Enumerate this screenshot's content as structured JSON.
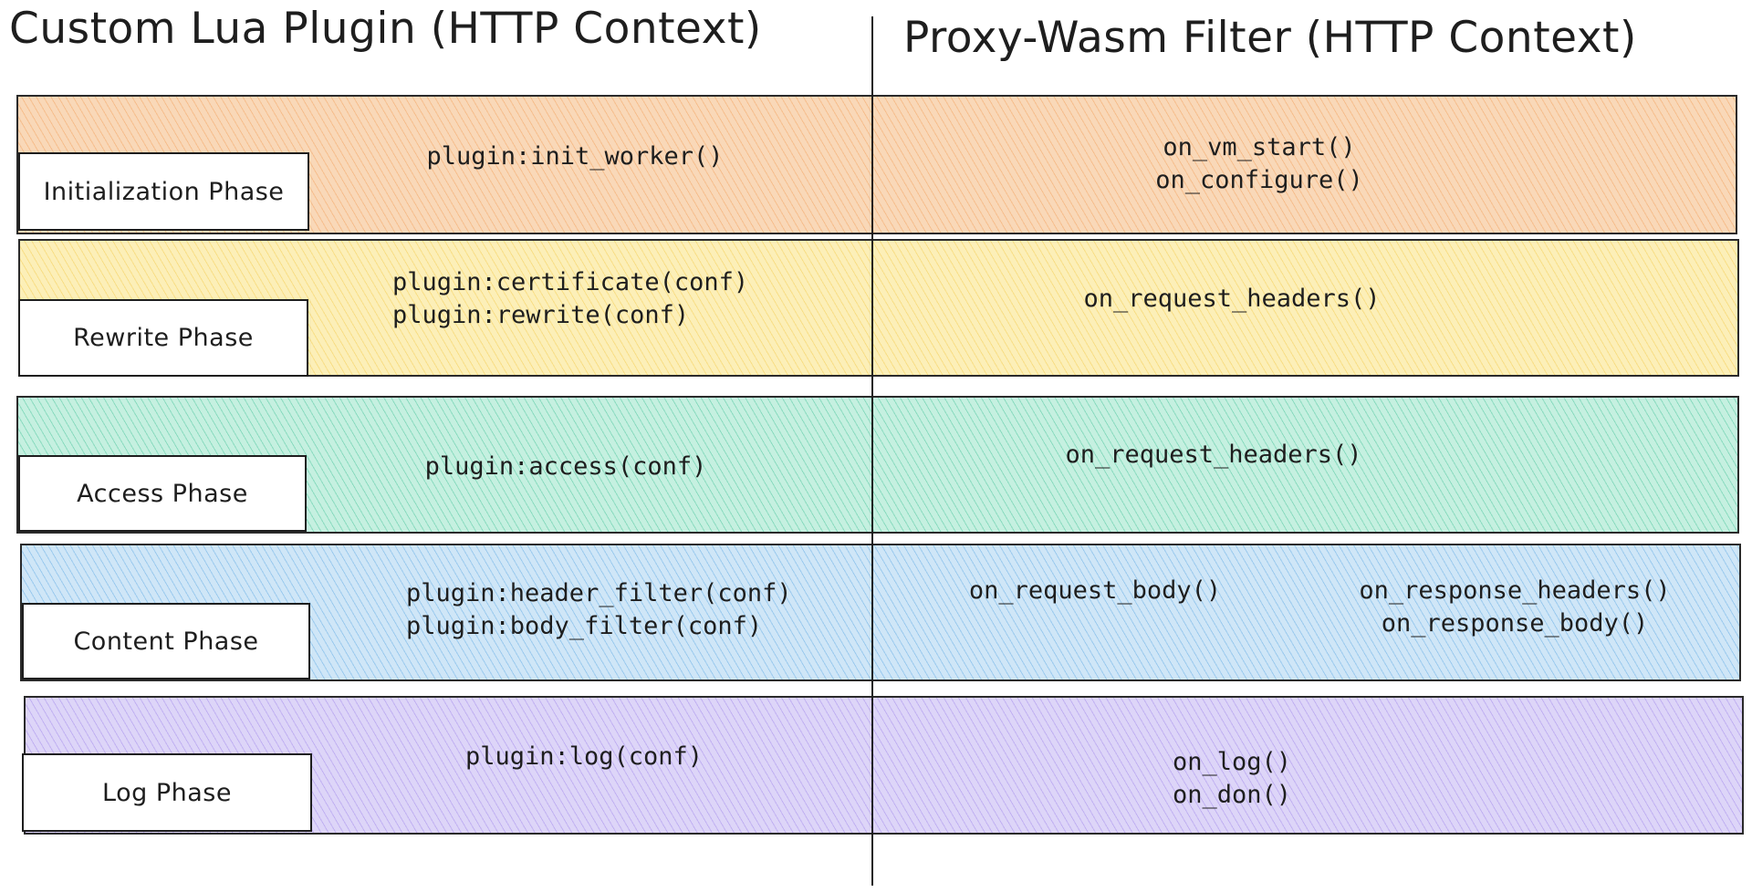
{
  "titles": {
    "left": "Custom Lua Plugin (HTTP Context)",
    "right": "Proxy-Wasm Filter (HTTP Context)"
  },
  "phases": [
    {
      "label": "Initialization Phase",
      "color": "#f9d8b8",
      "lua": [
        "plugin:init_worker()"
      ],
      "wasm": [
        "on_vm_start()",
        "on_configure()"
      ]
    },
    {
      "label": "Rewrite Phase",
      "color": "#fcefb8",
      "lua": [
        "plugin:certificate(conf)",
        "plugin:rewrite(conf)"
      ],
      "wasm": [
        "on_request_headers()"
      ]
    },
    {
      "label": "Access Phase",
      "color": "#c5f0e0",
      "lua": [
        "plugin:access(conf)"
      ],
      "wasm": [
        "on_request_headers()"
      ]
    },
    {
      "label": "Content Phase",
      "color": "#cfe6f7",
      "lua": [
        "plugin:header_filter(conf)",
        "plugin:body_filter(conf)"
      ],
      "wasm_request": [
        "on_request_body()"
      ],
      "wasm_response": [
        "on_response_headers()",
        "on_response_body()"
      ]
    },
    {
      "label": "Log Phase",
      "color": "#ddd5f8",
      "lua": [
        "plugin:log(conf)"
      ],
      "wasm": [
        "on_log()",
        "on_don()"
      ]
    }
  ]
}
